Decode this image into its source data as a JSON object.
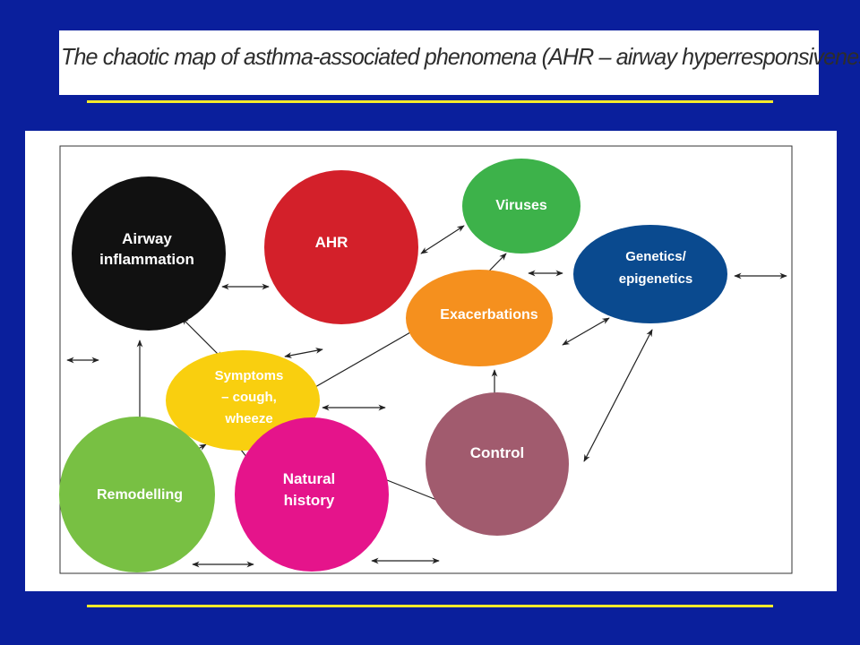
{
  "title": "The chaotic map of asthma-associated phenomena (AHR – airway hyperresponsiveness).",
  "colors": {
    "background": "#0a1f9c",
    "rule": "#f5ea2a",
    "airway_inflammation": "#111111",
    "ahr": "#d3202a",
    "viruses": "#3db24a",
    "genetics": "#0a4a8f",
    "exacerbations": "#f5901e",
    "symptoms": "#f9cf0f",
    "control": "#a15b6e",
    "remodelling": "#78c043",
    "natural_history": "#e5148b"
  },
  "nodes": {
    "airway_inflammation": [
      "Airway",
      "inflammation"
    ],
    "ahr": [
      "AHR"
    ],
    "viruses": [
      "Viruses"
    ],
    "genetics": [
      "Genetics/",
      "epigenetics"
    ],
    "exacerbations": [
      "Exacerbations"
    ],
    "symptoms": [
      "Symptoms",
      "– cough,",
      "wheeze"
    ],
    "control": [
      "Control"
    ],
    "remodelling": [
      "Remodelling"
    ],
    "natural_history": [
      "Natural",
      "history"
    ]
  }
}
